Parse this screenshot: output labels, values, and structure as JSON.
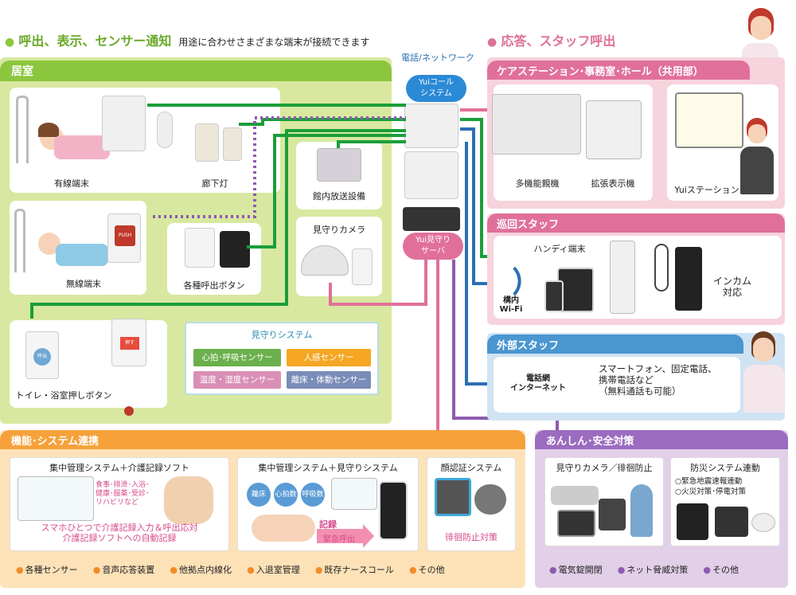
{
  "header_left": {
    "title": "呼出、表示、センサー通知",
    "subtitle": "用途に合わせさまざまな端末が接続できます"
  },
  "header_right": {
    "title": "応答、スタッフ呼出"
  },
  "network_label": "電話/ネットワーク",
  "yui_call": "Yuiコール\nシステム",
  "yui_server": "Yui見守り\nサーバ",
  "room": {
    "title": "居室",
    "wired": "有線端末",
    "corridor": "廊下灯",
    "broadcast": "館内放送設備",
    "wireless": "無線端末",
    "camera": "見守りカメラ",
    "callbuttons": "各種呼出ボタン",
    "toilet": "トイレ・浴室押しボタン",
    "push_label": "PUSH",
    "call_btn": "呼出",
    "pull_btn": "押す",
    "watch_system": {
      "title": "見守りシステム",
      "sensors": [
        {
          "label": "心拍･呼吸センサー",
          "color": "#6ab04c"
        },
        {
          "label": "人感センサー",
          "color": "#f5a623"
        },
        {
          "label": "温度・湿度センサー",
          "color": "#d98fb5"
        },
        {
          "label": "離床・体動センサー",
          "color": "#7a8cb8"
        }
      ]
    }
  },
  "care": {
    "title": "ケアステーション･事務室･ホール（共用部）",
    "phone": "多機能親機",
    "ext": "拡張表示機",
    "station": "Yuiステーション"
  },
  "patrol": {
    "title": "巡回スタッフ",
    "handy": "ハンディ端末",
    "wifi": "構内\nWi-Fi",
    "intercom": "インカム\n対応"
  },
  "external": {
    "title": "外部スタッフ",
    "net": "電話網\nインターネット",
    "desc": "スマートフォン、固定電話、\n携帯電話など\n（無料通話も可能）"
  },
  "func": {
    "title": "機能･システム連携",
    "box1_title": "集中管理システム＋介護記録ソフト",
    "box1_tags": "食事･排泄･入浴･\n健康･服薬･受診･\nリハビリなど",
    "box1_caption": "スマホひとつで介護記録入力＆呼出応対\n介護記録ソフトへの自動記録",
    "box2_title": "集中管理システム＋見守りシステム",
    "box2_tags": [
      "離床",
      "心拍数",
      "呼吸数"
    ],
    "box2_record": "記録",
    "box2_urgent": "緊急呼出",
    "box3_title": "顔認証システム",
    "box3_caption": "徘徊防止対策",
    "bullets": [
      "各種センサー",
      "音声応答装置",
      "他拠点内線化",
      "入退室管理",
      "既存ナースコール",
      "その他"
    ]
  },
  "safety": {
    "title": "あんしん･安全対策",
    "box1_title": "見守りカメラ／徘徊防止",
    "box2_title": "防災システム連動",
    "box2_items": "○緊急地震速報連動\n○火災対策･停電対策",
    "bullets": [
      "電気錠開閉",
      "ネット脅威対策",
      "その他"
    ]
  },
  "colors": {
    "green": "#1a9e3a",
    "pink": "#e0709a",
    "purple": "#8e5bb0",
    "blue": "#2b6fb5",
    "orange": "#f28c28"
  }
}
